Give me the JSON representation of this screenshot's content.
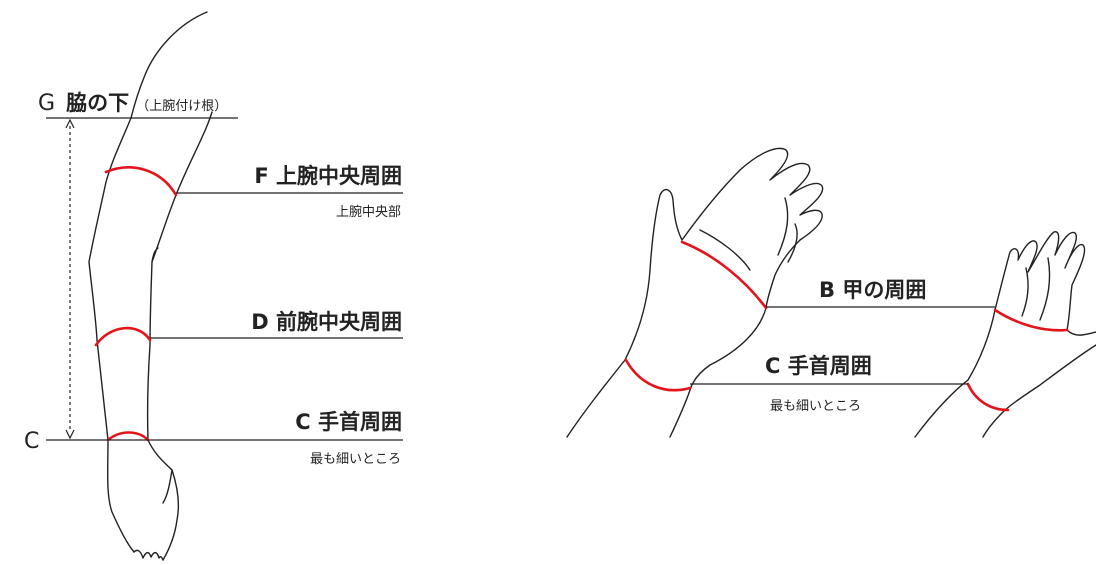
{
  "arm": {
    "g_letter": "G",
    "g_name": "脇の下",
    "g_note": "（上腕付け根）",
    "f_label": "F 上腕中央周囲",
    "f_note": "上腕中央部",
    "d_label": "D 前腕中央周囲",
    "c_label": "C 手首周囲",
    "c_note": "最も細いところ",
    "c_letter": "C"
  },
  "hands": {
    "b_label": "B 甲の周囲",
    "c_label": "C 手首周囲",
    "c_note": "最も細いところ"
  },
  "colors": {
    "measure_line": "#e3141a",
    "outline": "#222222"
  }
}
